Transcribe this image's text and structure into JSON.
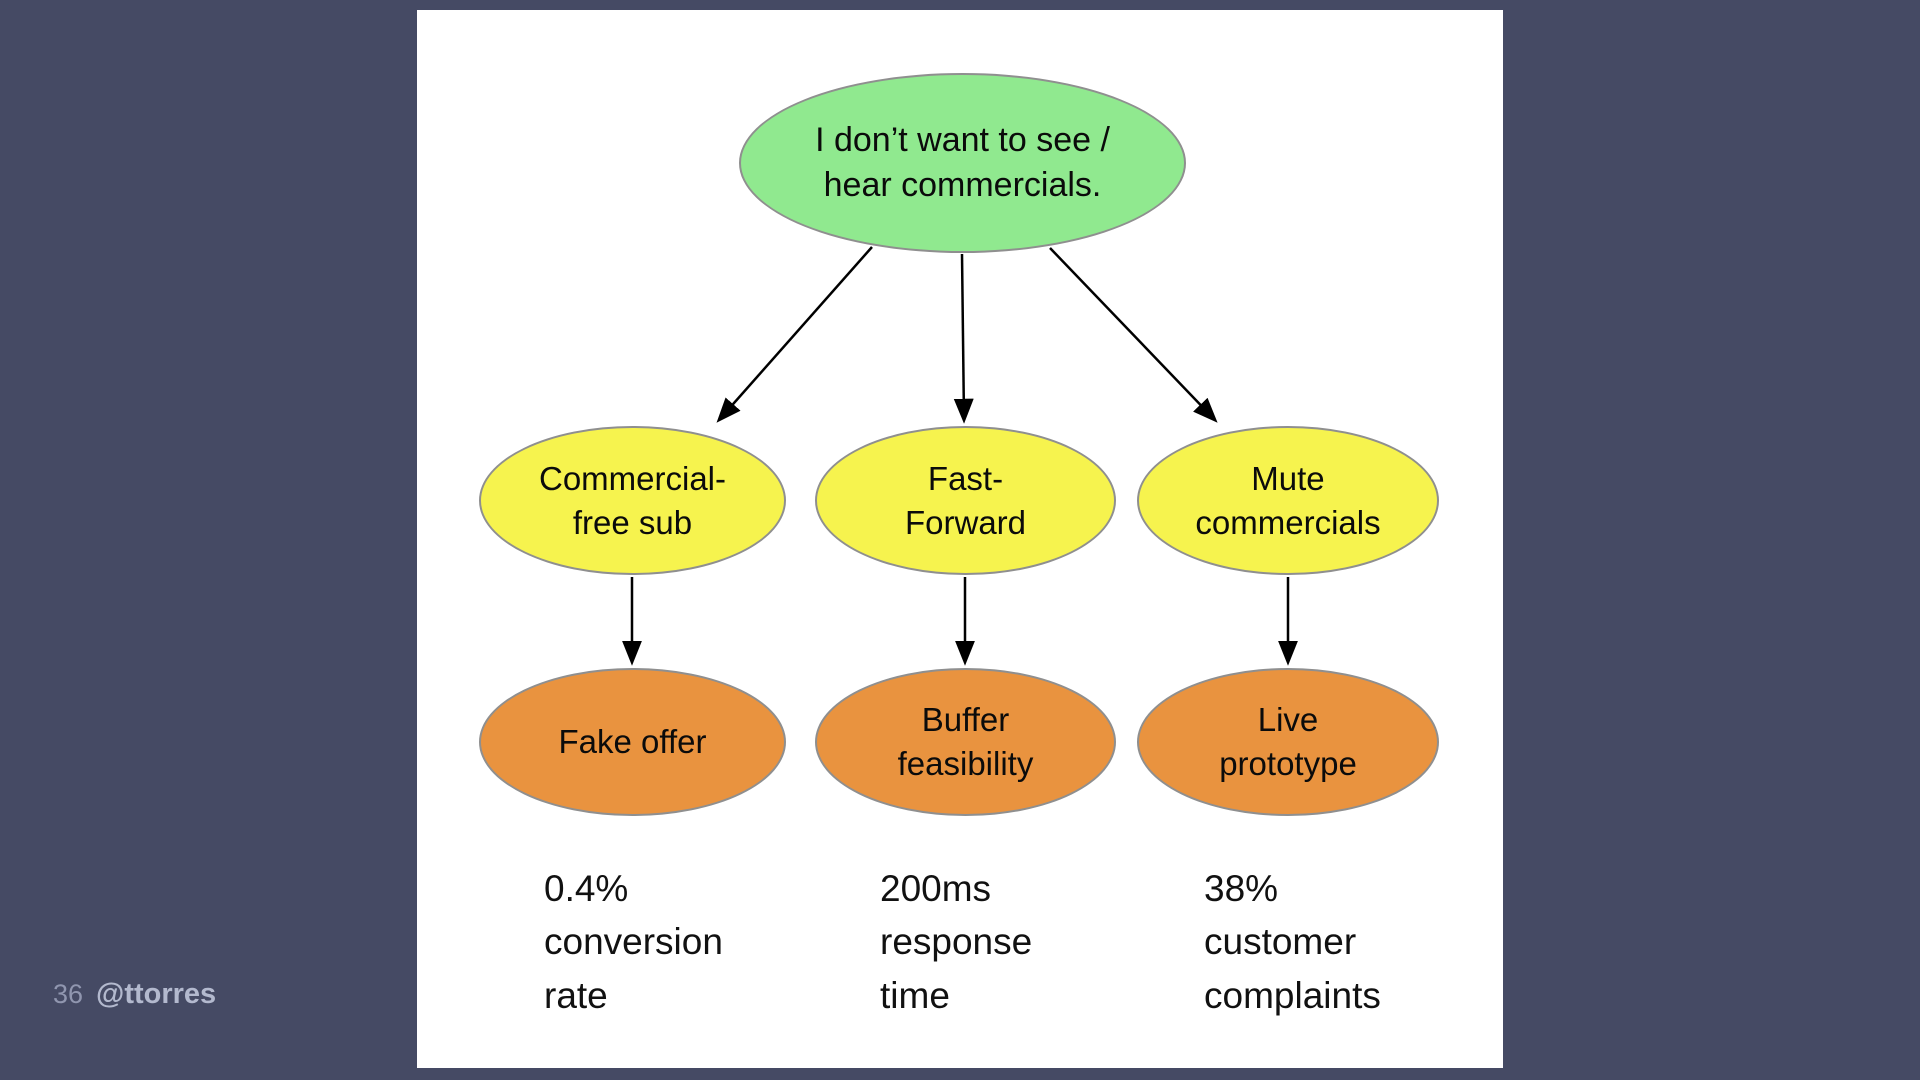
{
  "slide_footer": {
    "page_number": "36",
    "handle": "@ttorres"
  },
  "diagram": {
    "type": "opportunity-solution-tree",
    "opportunity": {
      "label": "I don’t want to see /\nhear commercials.",
      "color": "#90E98F"
    },
    "solutions": [
      {
        "label": "Commercial-\nfree sub",
        "color": "#F6F34E",
        "experiment": {
          "label": "Fake offer",
          "color": "#E9933F"
        },
        "metric": "0.4%\nconversion\nrate"
      },
      {
        "label": "Fast-\nForward",
        "color": "#F6F34E",
        "experiment": {
          "label": "Buffer\nfeasibility",
          "color": "#E9933F"
        },
        "metric": "200ms\nresponse\ntime"
      },
      {
        "label": "Mute\ncommercials",
        "color": "#F6F34E",
        "experiment": {
          "label": "Live\nprototype",
          "color": "#E9933F"
        },
        "metric": "38%\ncustomer\ncomplaints"
      }
    ],
    "colors": {
      "background": "#454A64",
      "slide": "#FFFFFF",
      "node_stroke": "#8F8F8F",
      "arrow": "#000000",
      "footer_text": "#B3B9CE"
    }
  }
}
